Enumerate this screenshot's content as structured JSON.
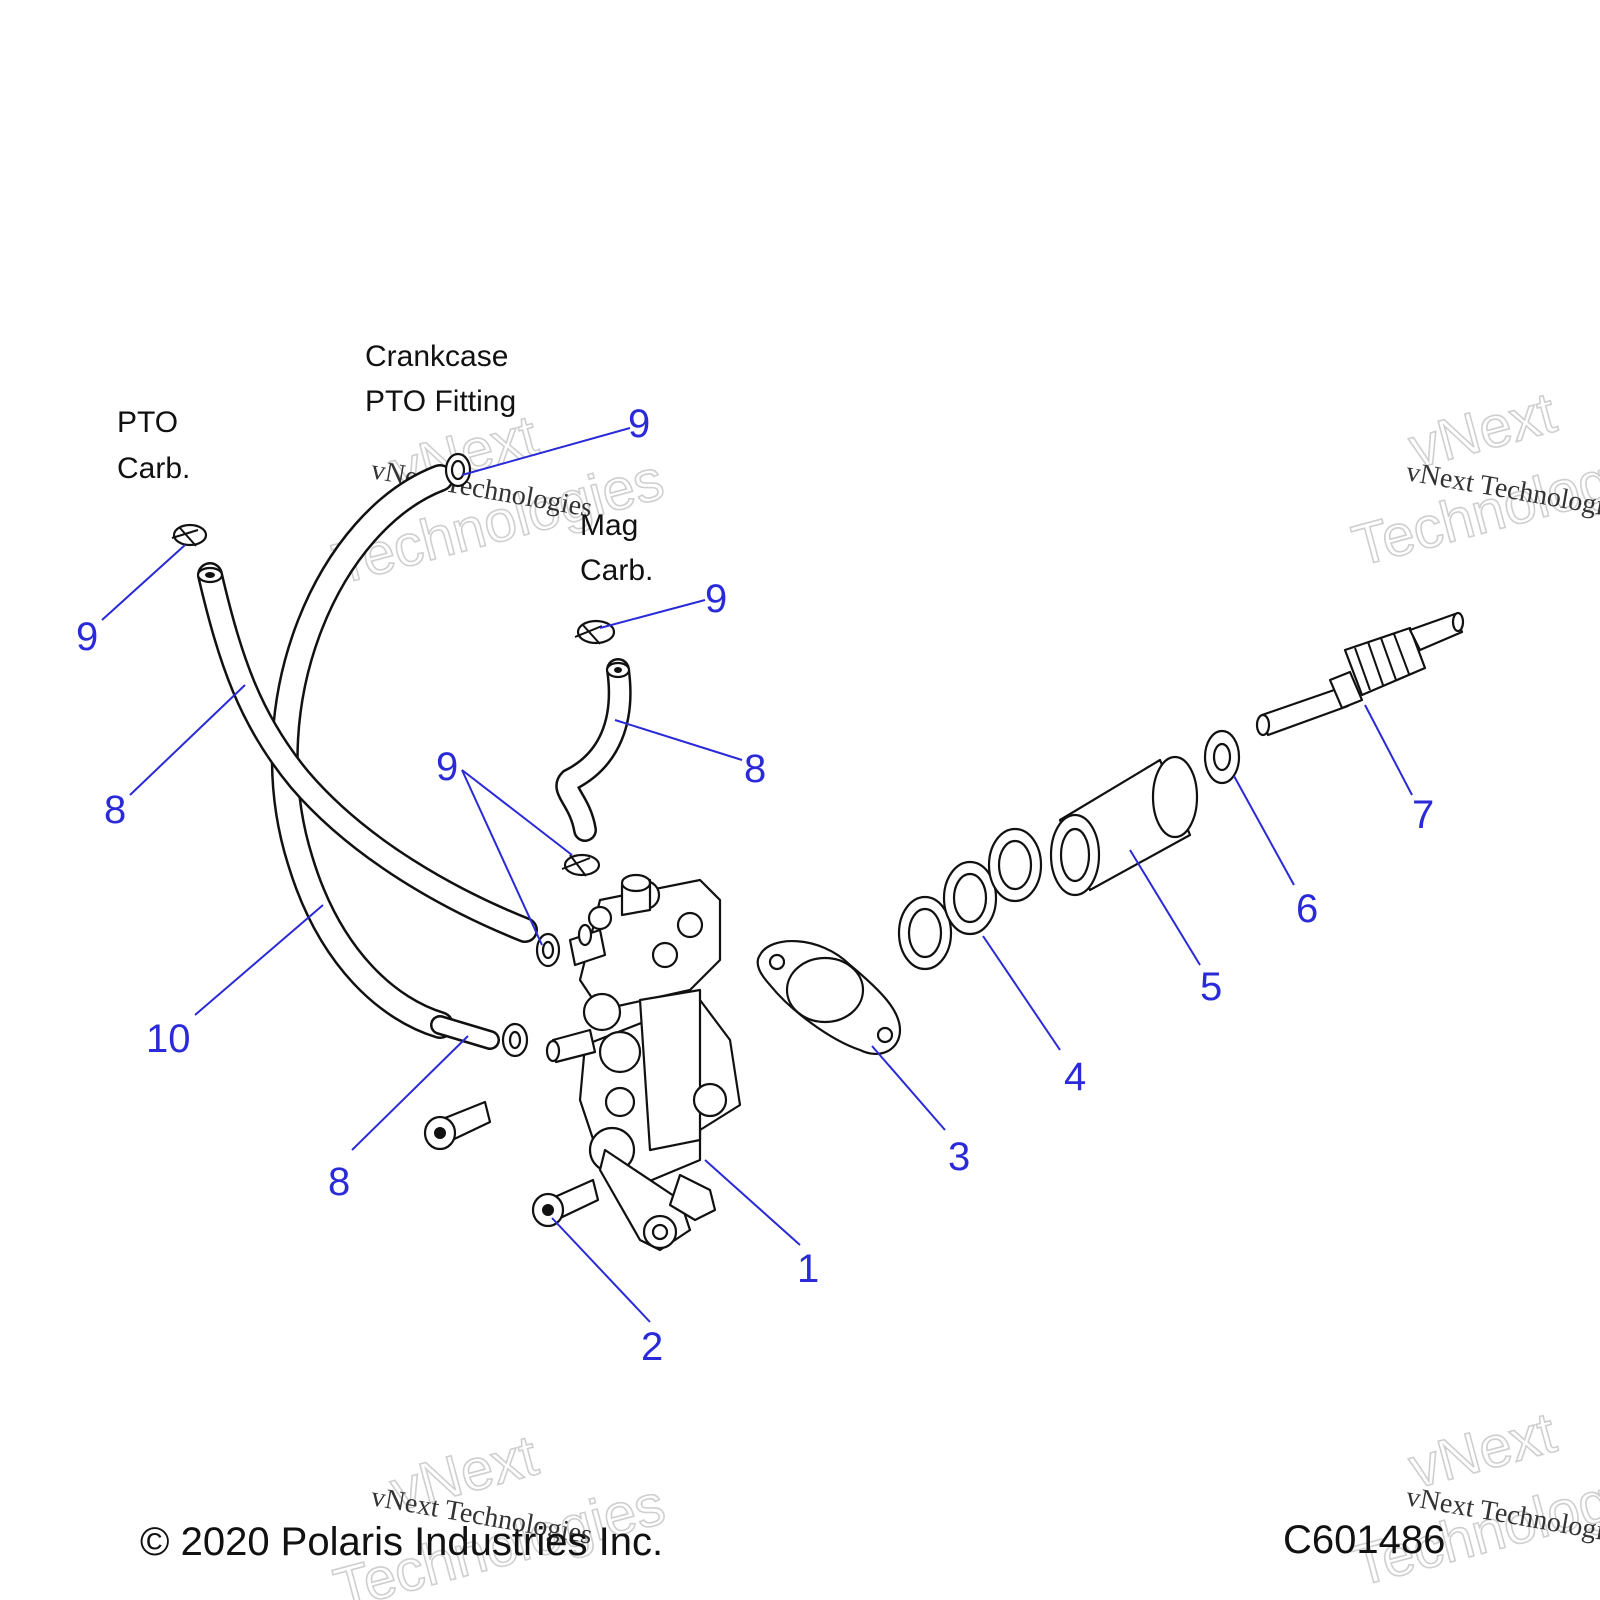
{
  "callouts": {
    "c1": "1",
    "c2": "2",
    "c3": "3",
    "c4": "4",
    "c5": "5",
    "c6": "6",
    "c7": "7",
    "c8a": "8",
    "c8b": "8",
    "c8c": "8",
    "c9a": "9",
    "c9b": "9",
    "c9c": "9",
    "c9d": "9",
    "c10": "10"
  },
  "notes": {
    "crankcase_line1": "Crankcase",
    "crankcase_line2": "PTO Fitting",
    "pto_line1": "PTO",
    "pto_line2": "Carb.",
    "mag_line1": "Mag",
    "mag_line2": "Carb."
  },
  "footer": {
    "copyright": "© 2020 Polaris Industries Inc.",
    "diagram_code": "C601486"
  },
  "watermark": {
    "line1": "vNext",
    "line2": "Technologies",
    "small": "vNext Technologies"
  },
  "colors": {
    "callout": "#2a2ad8",
    "line_art": "#111111"
  }
}
